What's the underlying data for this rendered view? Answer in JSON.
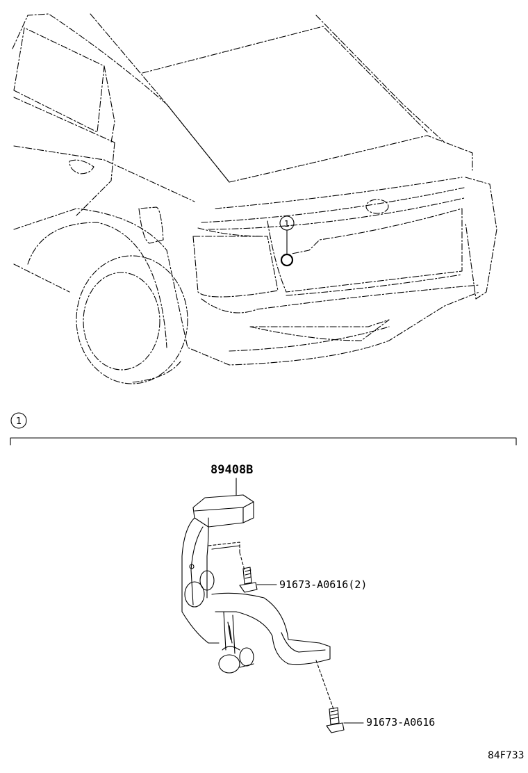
{
  "callouts": {
    "car_callout": "1",
    "section_callout": "1"
  },
  "parts": {
    "main_part": "89408B",
    "bolt_upper": "91673-A0616(2)",
    "bolt_lower": "91673-A0616"
  },
  "figure_code": "84F733",
  "icons": [
    "car-rear-view-icon",
    "height-sensor-bracket-icon",
    "bolt-icon"
  ]
}
